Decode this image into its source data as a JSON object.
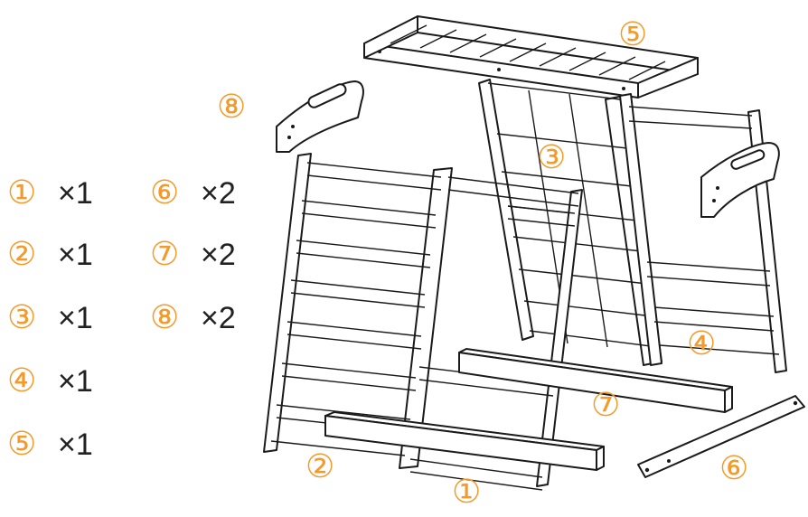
{
  "parts_list": [
    {
      "marker": "①",
      "qty": "×1"
    },
    {
      "marker": "②",
      "qty": "×1"
    },
    {
      "marker": "③",
      "qty": "×1"
    },
    {
      "marker": "④",
      "qty": "×1"
    },
    {
      "marker": "⑤",
      "qty": "×1"
    },
    {
      "marker": "⑥",
      "qty": "×2"
    },
    {
      "marker": "⑦",
      "qty": "×2"
    },
    {
      "marker": "⑧",
      "qty": "×2"
    }
  ],
  "callouts": {
    "c1": "①",
    "c2": "②",
    "c3": "③",
    "c4": "④",
    "c5": "⑤",
    "c6": "⑥",
    "c7": "⑦",
    "c8": "⑧"
  },
  "accent_color": "#f39a2a",
  "line_color": "#1a1a1a"
}
